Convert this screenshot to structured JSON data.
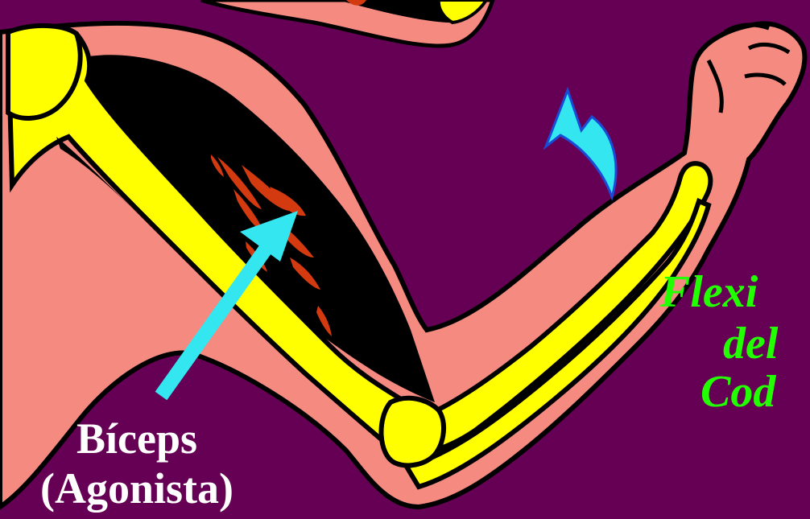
{
  "colors": {
    "background": "#660055",
    "skin": "#f58a80",
    "bone": "#ffff00",
    "muscle": "#000000",
    "muscle_fibers": "#d33a10",
    "arrow": "#33e6f0",
    "outline": "#000000",
    "biceps_text": "#ffffff",
    "flexion_text": "#22ff00"
  },
  "labels": {
    "biceps": {
      "line1": "Bíceps",
      "line2": "(Agonista)"
    },
    "flexion": {
      "line1": "Flexi",
      "line2": "del",
      "line3": "Cod"
    }
  },
  "icons": {
    "pointer_arrow": "straight-arrow-icon",
    "motion_arrow": "curved-arrow-icon"
  }
}
